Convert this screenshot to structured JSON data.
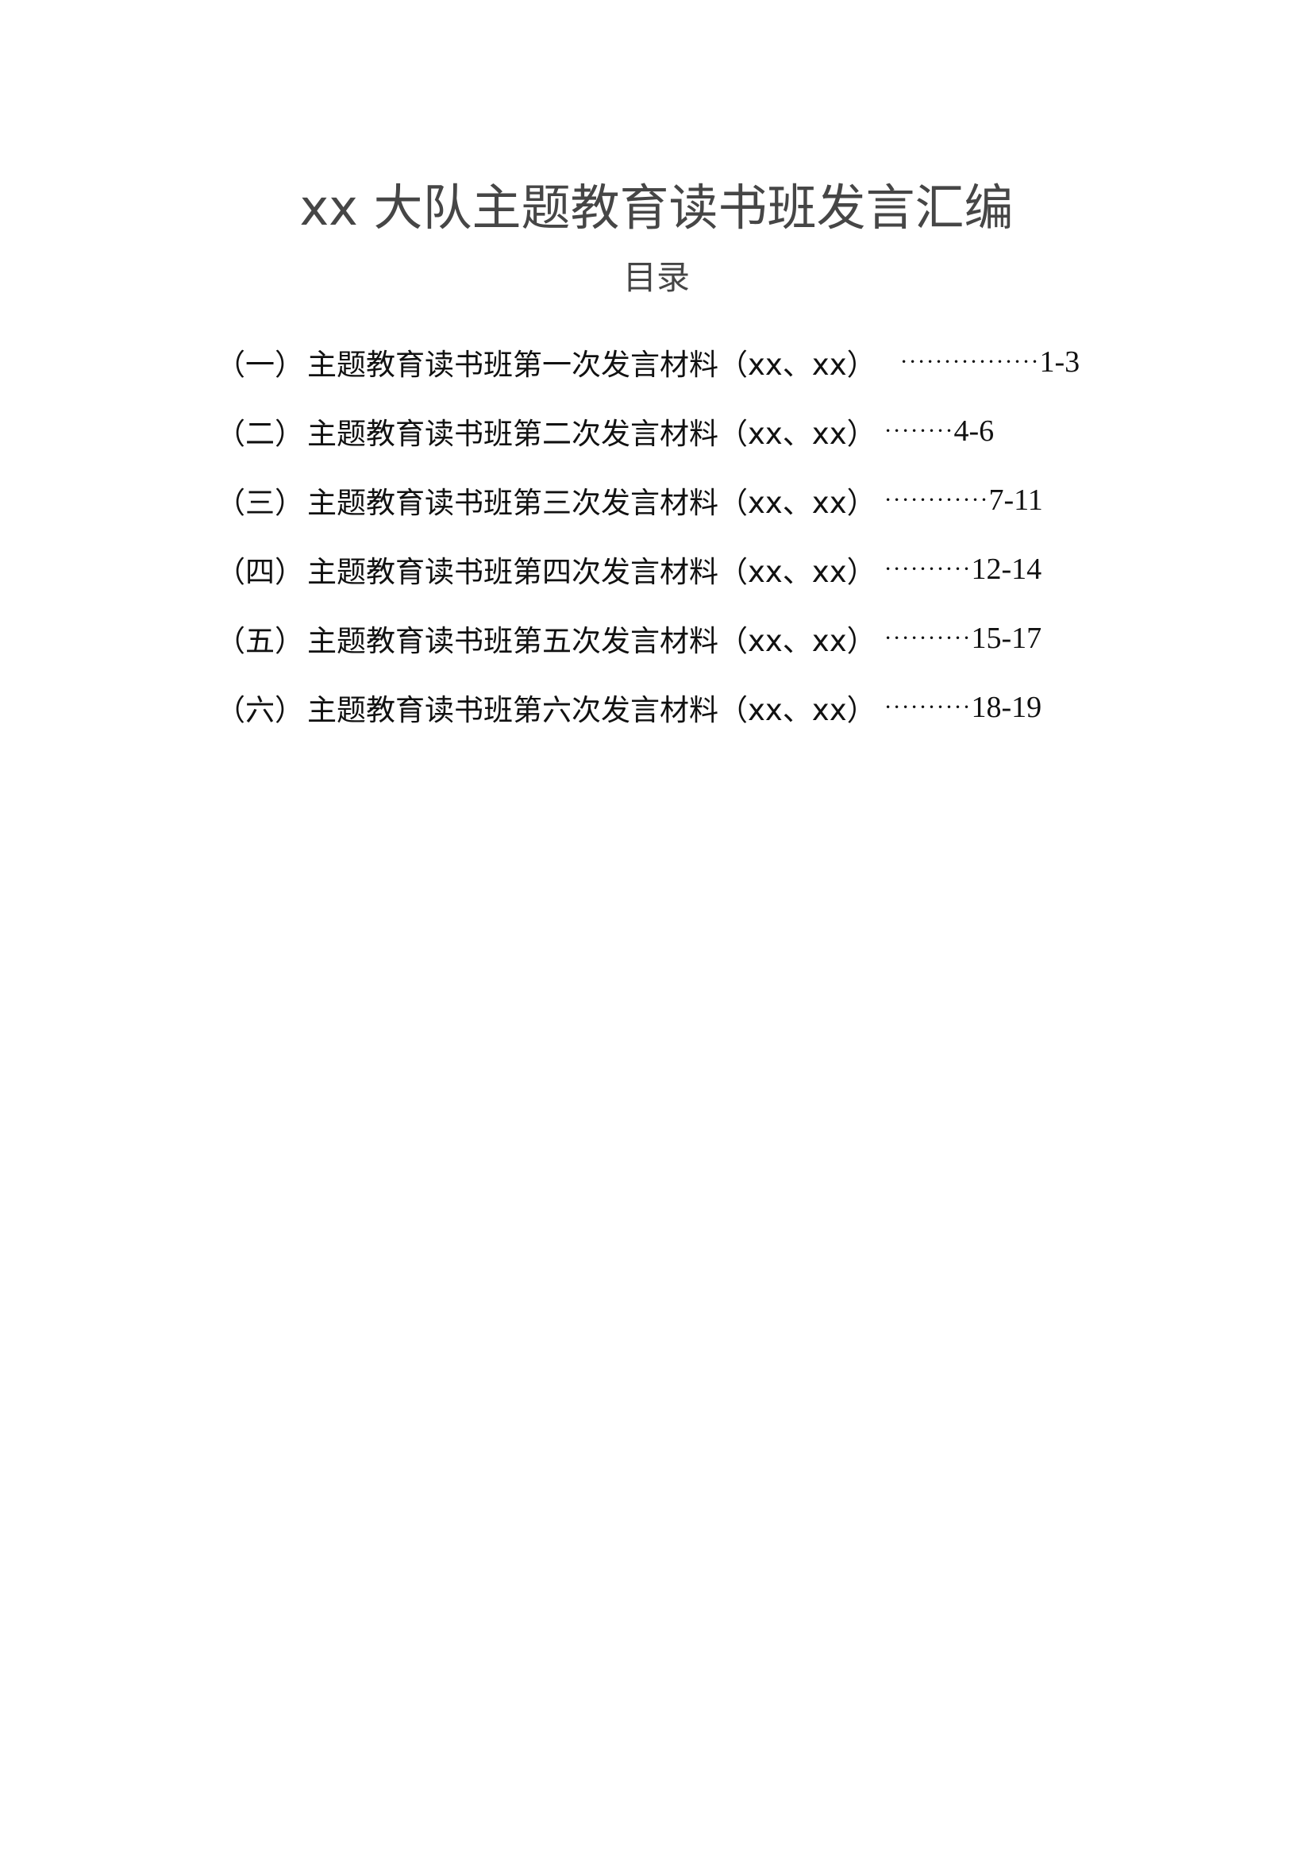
{
  "document": {
    "title": "xx 大队主题教育读书班发言汇编",
    "toc_heading": "目录",
    "colors": {
      "title": "#464646",
      "body_text": "#111111",
      "background": "#ffffff"
    }
  },
  "toc": {
    "items": [
      {
        "index": "（一）",
        "label": "主题教育读书班第一次发言材料（xx、xx）",
        "leader": "················",
        "pages": "1-3"
      },
      {
        "index": "（二）",
        "label": "主题教育读书班第二次发言材料（xx、xx）",
        "leader": "········",
        "pages": "4-6"
      },
      {
        "index": "（三）",
        "label": "主题教育读书班第三次发言材料（xx、xx）",
        "leader": "············",
        "pages": "7-11"
      },
      {
        "index": "（四）",
        "label": "主题教育读书班第四次发言材料（xx、xx）",
        "leader": "··········",
        "pages": "12-14"
      },
      {
        "index": "（五）",
        "label": "主题教育读书班第五次发言材料（xx、xx）",
        "leader": "··········",
        "pages": "15-17"
      },
      {
        "index": "（六）",
        "label": "主题教育读书班第六次发言材料（xx、xx）",
        "leader": "··········",
        "pages": "18-19"
      }
    ]
  }
}
